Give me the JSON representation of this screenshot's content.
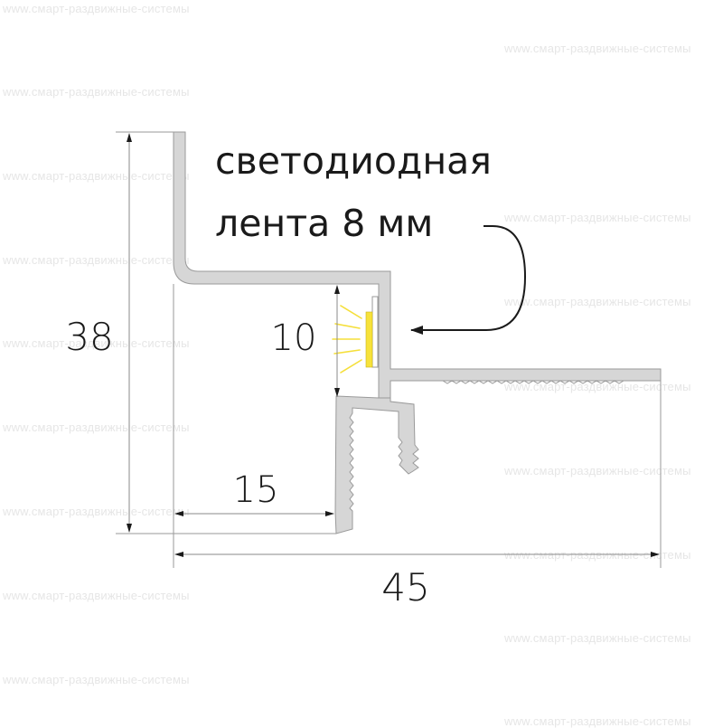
{
  "diagram": {
    "type": "technical-profile-cross-section",
    "profile_fill": "#d6d6d6",
    "profile_stroke": "#9a9a9a",
    "led_color": "#f7e23a",
    "callout": {
      "line1": "светодиодная",
      "line2": "лента 8 мм"
    },
    "dimensions": {
      "height": "38",
      "led_gap": "10",
      "inner_width": "15",
      "total_width": "45"
    }
  },
  "watermark": {
    "text": "www.смарт-раздвижные-системы",
    "color": "#e6e6e6"
  }
}
